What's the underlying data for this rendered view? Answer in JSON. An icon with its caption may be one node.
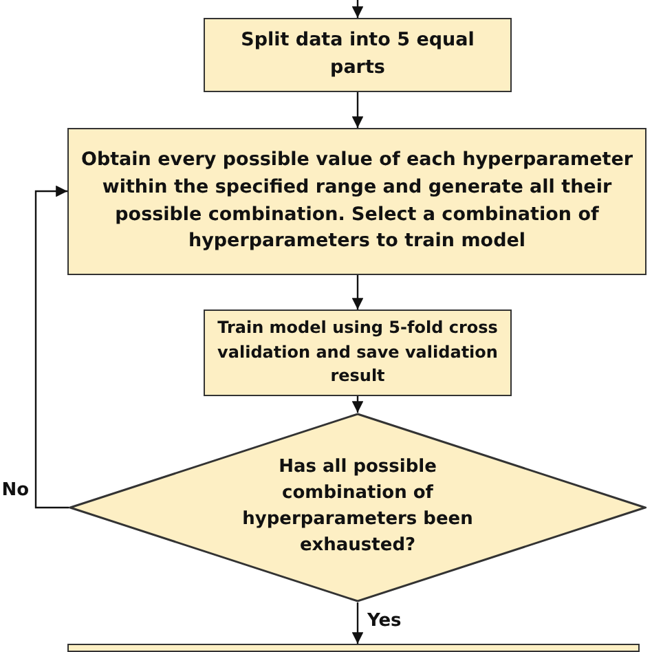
{
  "diagram": {
    "nodes": [
      {
        "text": [
          "Split data into 5 equal parts"
        ]
      },
      {
        "text": [
          "Obtain every possible value of each hyperparameter within the specified range and generate all their possible combination. Select a combination of hyperparameters to train model"
        ]
      },
      {
        "text": [
          "Train model using 5-fold cross validation and save validation result"
        ]
      },
      {
        "text": [
          "Has all possible combination of hyperparameters been exhausted?"
        ]
      },
      {
        "text": [],
        "shape": "box"
      }
    ],
    "edges": [
      {
        "from": null,
        "to": 0,
        "arrow": "to"
      },
      {
        "from": 0,
        "to": 1,
        "arrow": "to"
      },
      {
        "from": 1,
        "to": 2,
        "arrow": "to"
      },
      {
        "from": 2,
        "to": 3,
        "arrow": "to"
      },
      {
        "from": 3,
        "to": 1,
        "arrow": "to",
        "label": "No"
      },
      {
        "from": 3,
        "to": 4,
        "arrow": "to",
        "label": "Yes"
      }
    ]
  }
}
